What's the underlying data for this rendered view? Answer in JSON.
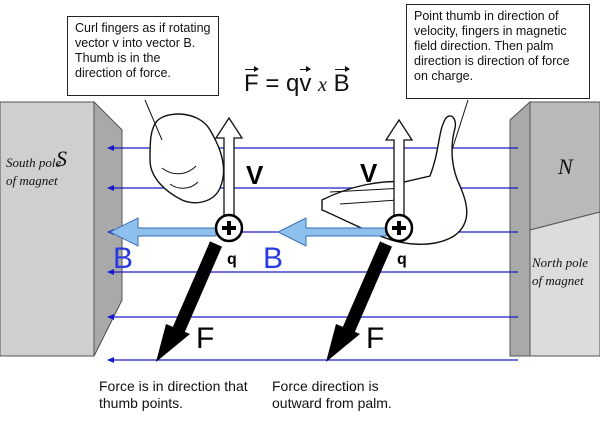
{
  "callouts": {
    "left": "Curl fingers as if rotating vector v into vector B. Thumb is in the direction of force.",
    "right": "Point thumb in direction of velocity, fingers in magnetic field direction. Then palm direction is direction of force on charge."
  },
  "formula": {
    "f": "F",
    "eq": "= q",
    "v": "v",
    "x": "x",
    "b": "B"
  },
  "poles": {
    "south_letter": "S",
    "south_label": "South pole of magnet",
    "north_letter": "N",
    "north_label": "North pole of magnet"
  },
  "vectors": {
    "left": {
      "v": "V",
      "b": "B",
      "q": "q",
      "f": "F"
    },
    "right": {
      "v": "V",
      "b": "B",
      "q": "q",
      "f": "F"
    }
  },
  "captions": {
    "left": "Force is in direction that thumb points.",
    "right": "Force direction is outward from palm."
  },
  "colors": {
    "field_line": "#1a1acc",
    "b_arrow": "#8ec0ee",
    "b_label": "#2a3ae0",
    "magnet": "#c8c8c8"
  }
}
